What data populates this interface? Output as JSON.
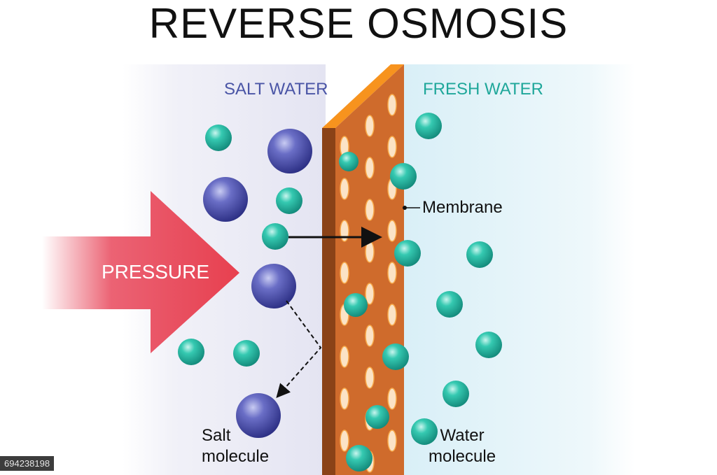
{
  "title": "REVERSE OSMOSIS",
  "labels": {
    "salt_water": "SALT WATER",
    "fresh_water": "FRESH WATER",
    "membrane": "Membrane",
    "pressure": "PRESSURE",
    "salt_molecule_line1": "Salt",
    "salt_molecule_line2": "molecule",
    "water_molecule_line1": "Water",
    "water_molecule_line2": "molecule"
  },
  "stock_id": "694238198",
  "colors": {
    "salt_side": "#e6e6f3",
    "fresh_side": "#ddf0f7",
    "membrane_face": "#cf6b2c",
    "membrane_top": "#f7931e",
    "membrane_side": "#8a4217",
    "arrow": "#e8475b",
    "salt_molecule": "#4b4fa8",
    "water_molecule": "#2dbfa9"
  }
}
